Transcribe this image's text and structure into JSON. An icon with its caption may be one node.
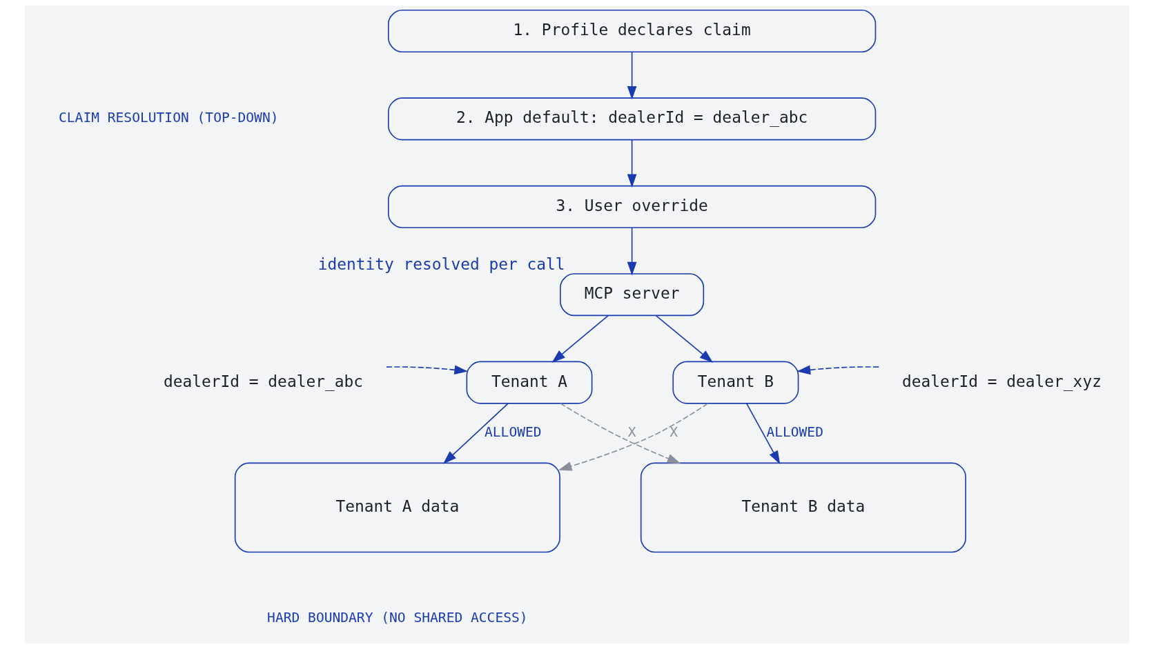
{
  "diagram": {
    "nodes": [
      {
        "text": [
          "1. Profile declares claim"
        ]
      },
      {
        "text": [
          "2. App default: dealerId = dealer_abc"
        ]
      },
      {
        "text": [
          "3. User override"
        ]
      },
      {
        "text": [
          "MCP server"
        ],
        "beside": [
          "identity resolved per call"
        ]
      },
      {
        "text": [
          "Tenant A"
        ]
      },
      {
        "text": [
          "Tenant B"
        ]
      },
      {
        "text": [
          "dealerId = dealer_abc"
        ]
      },
      {
        "text": [
          "dealerId = dealer_xyz"
        ]
      },
      {
        "text": [
          "Tenant A data"
        ]
      },
      {
        "text": [
          "Tenant B data"
        ]
      }
    ],
    "edges": [
      {
        "from": 0,
        "to": 1,
        "arrow": "to"
      },
      {
        "from": 1,
        "to": 2,
        "arrow": "to"
      },
      {
        "from": 2,
        "to": 3,
        "arrow": "to"
      },
      {
        "from": 3,
        "to": 4,
        "arrow": "to"
      },
      {
        "from": 3,
        "to": 5,
        "arrow": "to"
      },
      {
        "from": 6,
        "to": 4,
        "arrow": "to",
        "style": "dashed"
      },
      {
        "from": 7,
        "to": 5,
        "arrow": "to",
        "style": "dashed"
      },
      {
        "from": 4,
        "to": 8,
        "arrow": "to",
        "label": "ALLOWED"
      },
      {
        "from": 5,
        "to": 9,
        "arrow": "to",
        "label": "ALLOWED"
      },
      {
        "from": 4,
        "to": 9,
        "arrow": "to",
        "label": "X",
        "style": "dashed",
        "color": "#8a8f9c"
      },
      {
        "from": 5,
        "to": 8,
        "arrow": "to",
        "label": "X",
        "style": "dashed",
        "color": "#8a8f9c"
      }
    ],
    "labels": [
      "CLAIM RESOLUTION (TOP-DOWN)",
      "HARD BOUNDARY (NO SHARED ACCESS)"
    ]
  }
}
